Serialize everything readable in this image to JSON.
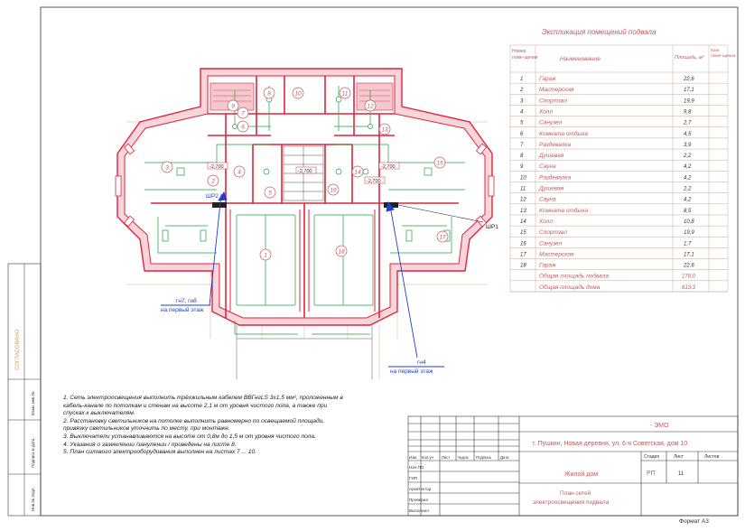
{
  "explication": {
    "title": "Экспликация помещений подвала",
    "headers": {
      "num": "Номер поме-щения",
      "name": "Наименование",
      "area": "Площадь, м²",
      "cat": "Кат. поме-щения"
    },
    "rows": [
      {
        "n": "1",
        "name": "Гараж",
        "area": "22,6"
      },
      {
        "n": "2",
        "name": "Мастерская",
        "area": "17,1"
      },
      {
        "n": "3",
        "name": "Спортзал",
        "area": "19,9"
      },
      {
        "n": "4",
        "name": "Холл",
        "area": "9,8"
      },
      {
        "n": "5",
        "name": "Санузел",
        "area": "2,7"
      },
      {
        "n": "6",
        "name": "Комната отдыха",
        "area": "4,5"
      },
      {
        "n": "7",
        "name": "Раздевалка",
        "area": "3,9"
      },
      {
        "n": "8",
        "name": "Душевая",
        "area": "2,2"
      },
      {
        "n": "9",
        "name": "Сауна",
        "area": "4,2"
      },
      {
        "n": "10",
        "name": "Раздевалка",
        "area": "4,2"
      },
      {
        "n": "11",
        "name": "Душевая",
        "area": "2,2"
      },
      {
        "n": "12",
        "name": "Сауна",
        "area": "4,2"
      },
      {
        "n": "13",
        "name": "Комната отдыха",
        "area": "8,5"
      },
      {
        "n": "14",
        "name": "Холл",
        "area": "10,8"
      },
      {
        "n": "15",
        "name": "Спортзал",
        "area": "19,9"
      },
      {
        "n": "16",
        "name": "Санузел",
        "area": "1,7"
      },
      {
        "n": "17",
        "name": "Мастерская",
        "area": "17,1"
      },
      {
        "n": "18",
        "name": "Гараж",
        "area": "22,6"
      }
    ],
    "totals": [
      {
        "label": "Общая площадь подвала",
        "value": "178,0"
      },
      {
        "label": "Общая площадь дома",
        "value": "613,3"
      }
    ]
  },
  "plan": {
    "labels": {
      "shr1": "ШР1",
      "shr2": "ШР2",
      "n7n8": "гн7, гн8",
      "first_floor_a": "на первый этаж",
      "n4": "гн4",
      "first_floor_b": "на первый этаж",
      "mark_a": "-2,700",
      "mark_b": "-2,700",
      "mark_c": "-2,700",
      "mark_d": "-2,700"
    },
    "room_numbers": [
      "1",
      "2",
      "3",
      "4",
      "5",
      "6",
      "7",
      "8",
      "9",
      "10",
      "11",
      "12",
      "13",
      "14",
      "15",
      "16",
      "17",
      "18"
    ]
  },
  "notes": [
    "1. Сеть электроосвещения выполнить трёхжильным кабелем ВВГнгLS 3х1,5 мм², проложенным в",
    "кабель-канале по потолкам и стенам на высоте 2,1 м от уровня чистого пола, а также при",
    "спусках к выключателям.",
    "2. Расстановку светильников на потолке выполнить равномерно по освещаемой площади,",
    "привязку светильников уточнить по месту, при монтаже.",
    "3. Выключатели устанавливаются на высоте от 0,8м до 1,5 м от уровня чистого пола.",
    "4. Указания о заземлении /занулении / приведены на листе 8.",
    "5. План силового электрооборудования выполнен на листах 7 ... 10."
  ],
  "stamp": {
    "code": "- ЭМО",
    "address": "г. Пушкин, Новая деревня, ул. 6-я Советская, дом 10",
    "cols": [
      "Изм.",
      "Кол.уч",
      "Лист",
      "№док.",
      "Подпись",
      "Дата"
    ],
    "roles": [
      "Нач.ПО",
      "ГИП",
      "Архитектор",
      "Проверил",
      "Выполнил"
    ],
    "object": "Жилой дом",
    "stage_h": "Стадия",
    "sheet_h": "Лист",
    "sheets_h": "Листов",
    "stage": "РП",
    "sheet": "11",
    "sheets": "",
    "drawing_line1": "План сетей",
    "drawing_line2": "электроосвещения подвала",
    "format": "Формат А3"
  },
  "side_stamp": {
    "agreed": "СОГЛАСОВАНО",
    "inv": "Взам. инв.№",
    "sign": "Подпись и дата",
    "inv_orig": "Инв.№ подл."
  },
  "colors": {
    "wall": "#e0243a",
    "wiring": "#1fa33c",
    "grid": "#c8b488",
    "blue": "#1f3fcc",
    "fill": "#f3c9cf"
  }
}
